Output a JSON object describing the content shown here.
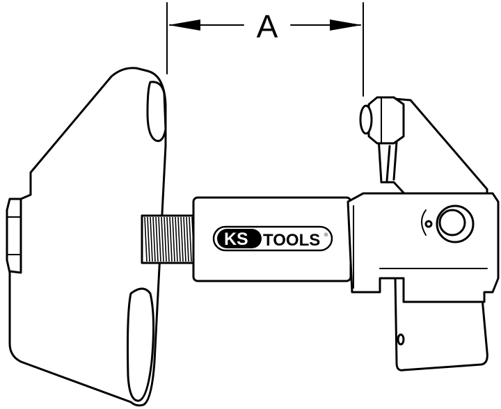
{
  "dimension": {
    "label": "A"
  },
  "logo": {
    "left": "KS",
    "right": "TOOLS",
    "mark": "®"
  },
  "colors": {
    "ink": "#000000",
    "paper": "#ffffff"
  }
}
